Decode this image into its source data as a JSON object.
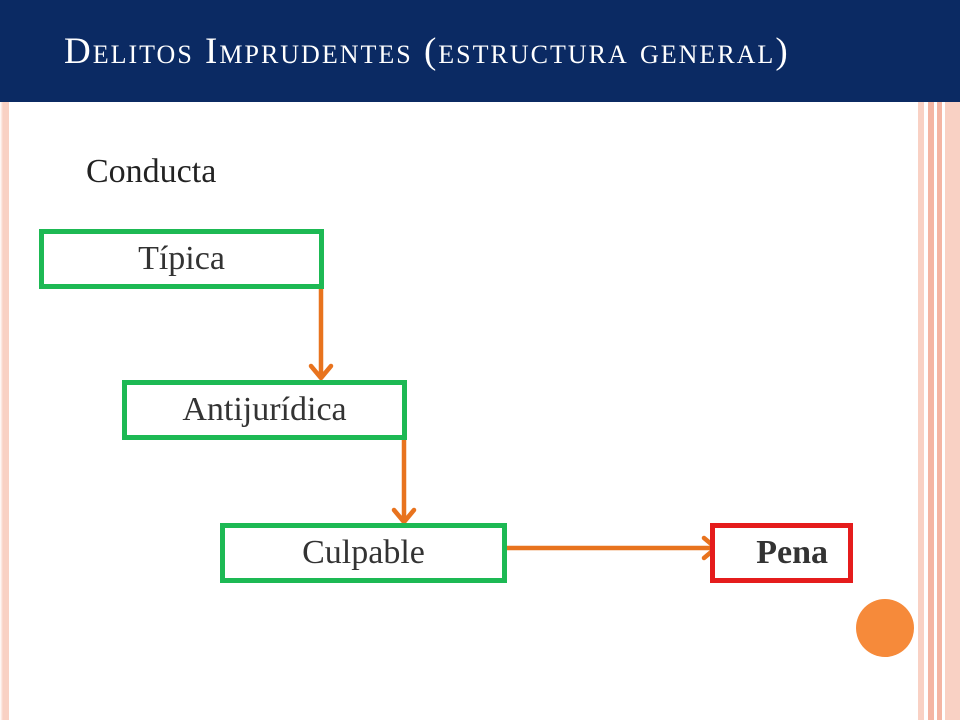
{
  "slide": {
    "title": "Delitos Imprudentes (estructura general)",
    "heading": "Conducta"
  },
  "diagram": {
    "nodes": [
      {
        "id": "tipica",
        "label": "Típica"
      },
      {
        "id": "antijuridica",
        "label": "Antijurídica"
      },
      {
        "id": "culpable",
        "label": "Culpable"
      },
      {
        "id": "pena",
        "label": "Pena"
      }
    ],
    "edges": [
      {
        "from": "tipica",
        "to": "antijuridica"
      },
      {
        "from": "antijuridica",
        "to": "culpable"
      },
      {
        "from": "culpable",
        "to": "pena"
      }
    ]
  },
  "colors": {
    "title_bg": "#0b2a63",
    "box_border": "#1db954",
    "result_border": "#e51c1c",
    "arrow": "#e8731e",
    "dot": "#f68a3a",
    "stripe_light": "#f9d1c4",
    "stripe_mid": "#f4b5a3"
  }
}
